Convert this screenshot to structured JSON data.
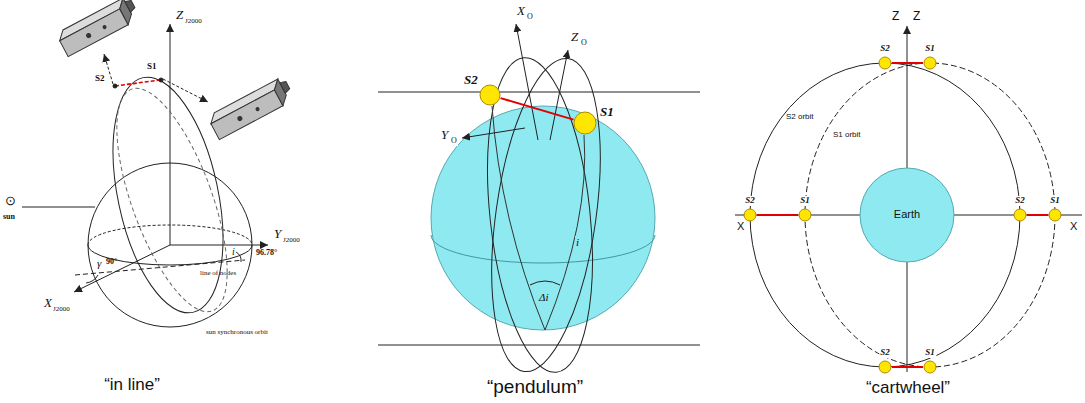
{
  "diagram": {
    "nodes": [
      {
        "text": [
          "S2"
        ]
      },
      {
        "text": [
          "S1"
        ]
      },
      {
        "text": [
          "S2"
        ]
      },
      {
        "text": [
          "S1"
        ]
      },
      {
        "text": [
          "S2"
        ]
      },
      {
        "text": [
          "S1"
        ]
      },
      {
        "text": [
          "S2"
        ]
      },
      {
        "text": [
          "S1"
        ]
      },
      {
        "text": [
          "S2"
        ]
      },
      {
        "text": [
          "S1"
        ]
      }
    ],
    "edges": [
      {
        "from": 0,
        "to": 1,
        "arrow": "none"
      },
      {
        "from": 2,
        "to": 3,
        "arrow": "none"
      },
      {
        "from": 4,
        "to": 5,
        "arrow": "none"
      },
      {
        "from": 6,
        "to": 7,
        "arrow": "none"
      },
      {
        "from": 8,
        "to": 9,
        "arrow": "none"
      }
    ],
    "labels": [
      "Z",
      "J2000",
      "S2",
      "S1",
      "⊙",
      "sun",
      "X",
      "J2000",
      "Y",
      "J2000",
      "γ",
      "90°",
      "96.78°",
      "i",
      "line of nodes",
      "sun synchronous orbit",
      "“in line”",
      "X",
      "O",
      "Z",
      "O",
      "Y",
      "O",
      "Δi",
      "i",
      "“pendulum”",
      "Earth",
      "S2 orbit",
      "S1 orbit",
      "Z",
      "Z",
      "X",
      "X",
      "“cartwheel”"
    ]
  }
}
